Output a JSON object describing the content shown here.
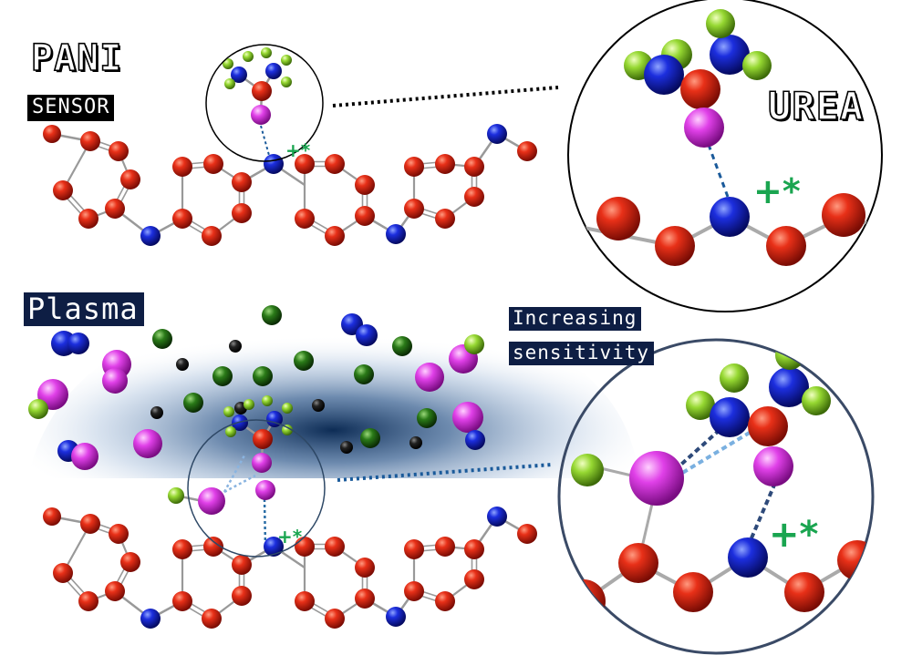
{
  "labels": {
    "pani": "PANI",
    "sensor": "SENSOR",
    "urea": "UREA",
    "plasma": "Plasma",
    "increasing": "Increasing",
    "sensitivity": "sensitivity",
    "charge_mark": "+*"
  },
  "colors": {
    "carbon": "#d81f10",
    "nitrogen": "#1020c8",
    "oxygen_urea": "#e8201a",
    "fluorine": "#8ed12a",
    "plasma_species": "#e040e8",
    "plasma_green": "#1a6e10",
    "plasma_black": "#111111",
    "glow": "#0d2c55",
    "charge_mark": "#1aa550",
    "plasma_label_bg": "#0e1e44"
  },
  "icons": [
    "polyaniline-chain",
    "urea-molecule",
    "magnifier-circle",
    "plasma-cloud"
  ]
}
